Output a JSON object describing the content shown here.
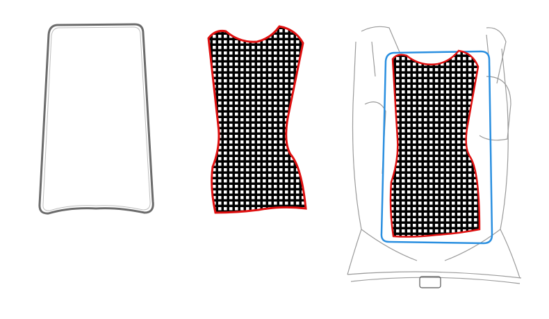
{
  "figure": {
    "panels": [
      {
        "name": "frame-outline",
        "stroke_color": "#6b6b6b"
      },
      {
        "name": "mesh-panel",
        "outline_color": "#e01010",
        "mesh_color": "#000000",
        "hole_color": "#ffffff"
      },
      {
        "name": "backpack-assembly",
        "sketch_color": "#9a9a9a",
        "frame_color": "#2a8fe0",
        "outline_color": "#e01010"
      }
    ]
  }
}
